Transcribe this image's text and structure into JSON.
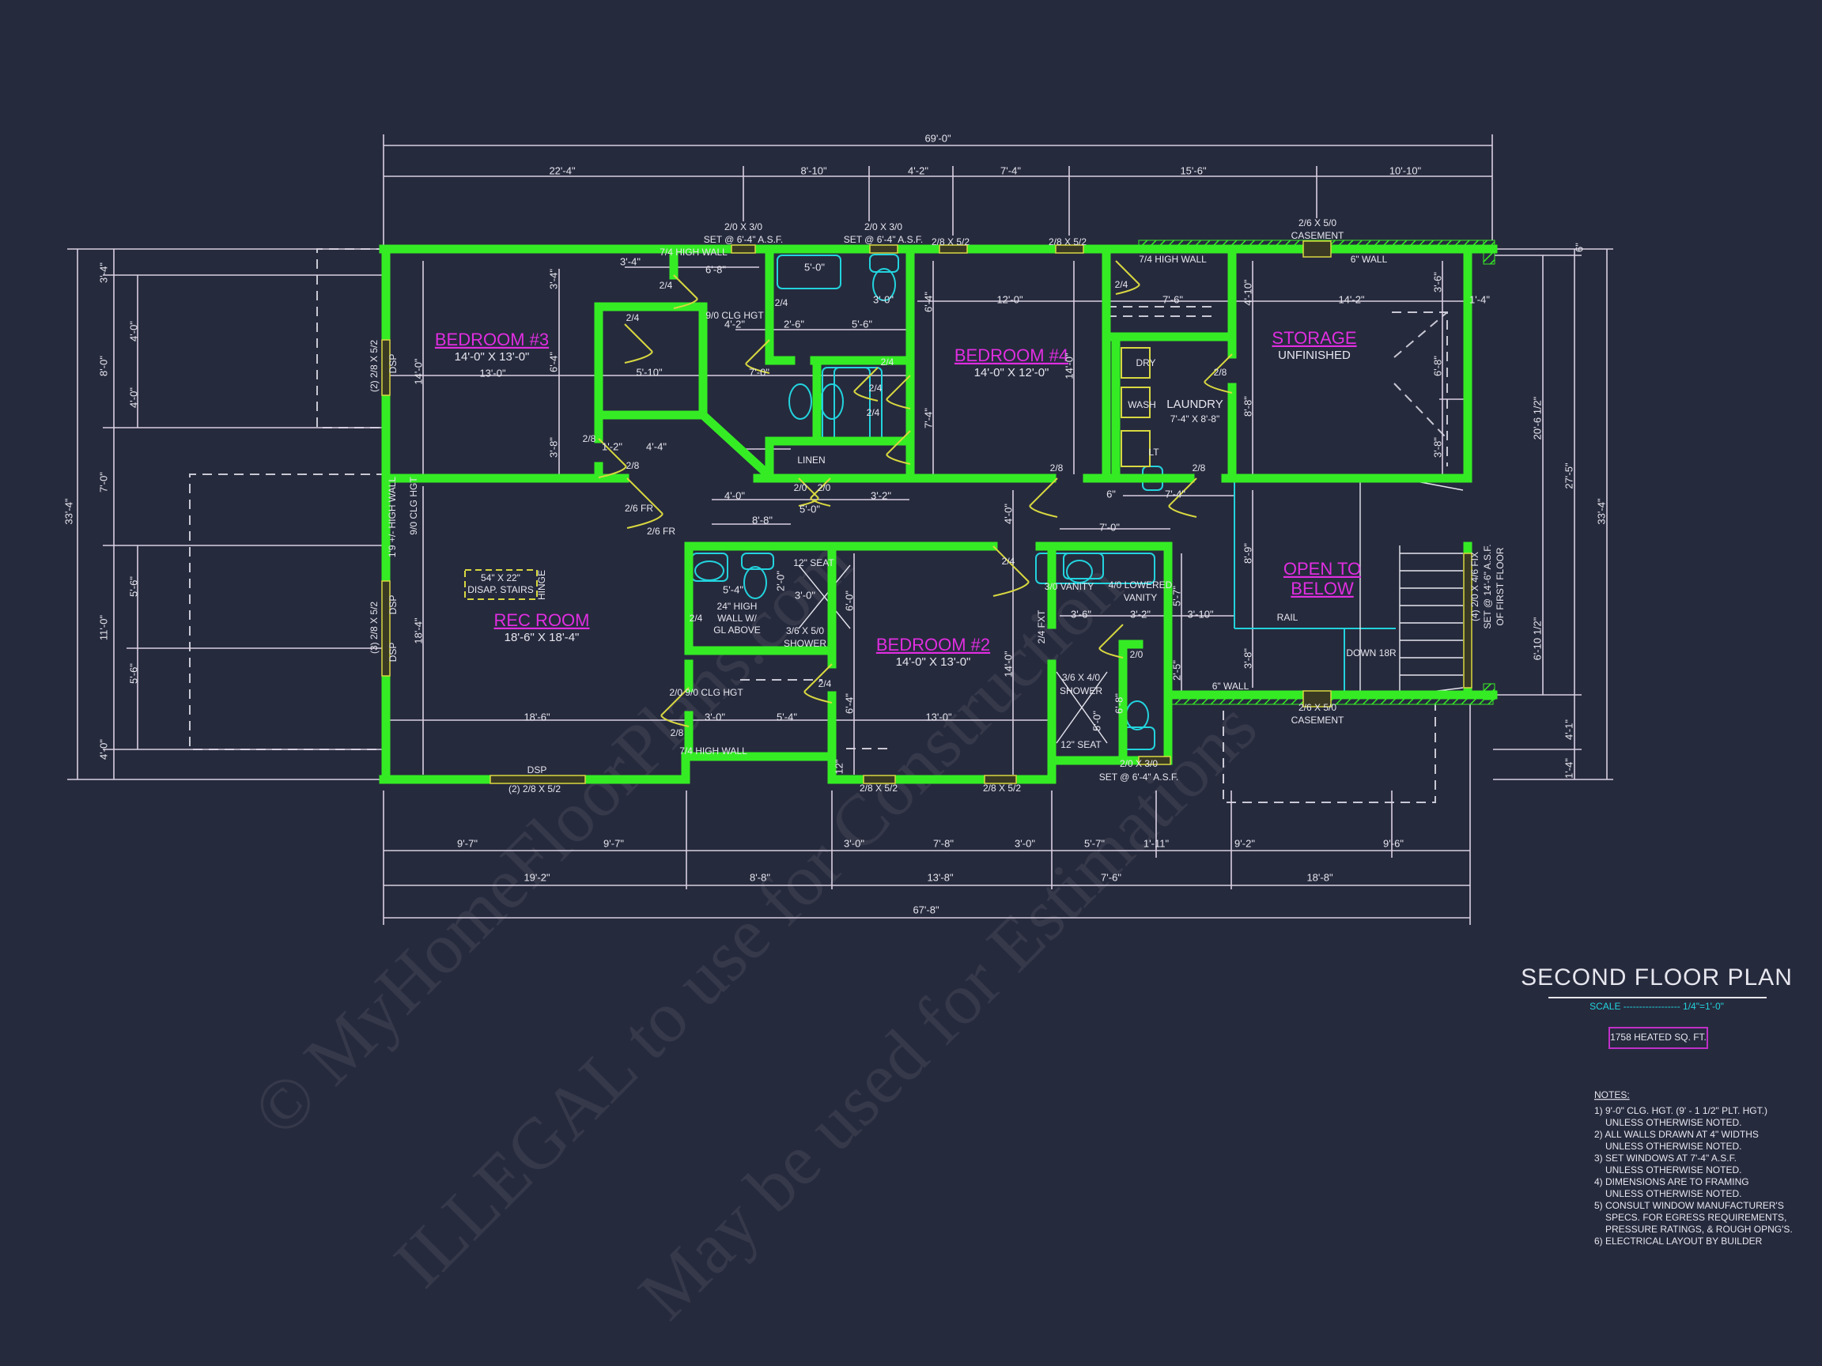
{
  "title_block": {
    "title": "SECOND FLOOR PLAN",
    "scale_label": "SCALE ------------------ 1/4\"=1'-0\"",
    "heated_area": "1758 HEATED SQ. FT."
  },
  "notes": {
    "heading": "NOTES:",
    "lines": [
      "1) 9'-0\"  CLG. HGT. (9' - 1 1/2\" PLT. HGT.)",
      "UNLESS OTHERWISE NOTED.",
      "2) ALL WALLS DRAWN AT 4\" WIDTHS",
      "UNLESS OTHERWISE NOTED.",
      "3) SET WINDOWS AT 7'-4\" A.S.F.",
      "UNLESS OTHERWISE NOTED.",
      "4) DIMENSIONS ARE TO FRAMING",
      "UNLESS OTHERWISE NOTED.",
      "5) CONSULT WINDOW MANUFACTURER'S",
      "SPECS. FOR EGRESS REQUIREMENTS,",
      "PRESSURE RATINGS, & ROUGH OPNG'S.",
      "6) ELECTRICAL LAYOUT BY BUILDER"
    ]
  },
  "rooms": [
    {
      "name": "BEDROOM #3",
      "size": "14'-0\" X 13'-0\""
    },
    {
      "name": "BEDROOM #4",
      "size": "14'-0\" X 12'-0\""
    },
    {
      "name": "STORAGE",
      "size": "UNFINISHED"
    },
    {
      "name": "REC ROOM",
      "size": "18'-6\" X 18'-4\""
    },
    {
      "name": "BEDROOM #2",
      "size": "14'-0\" X 13'-0\""
    },
    {
      "name": "OPEN TO",
      "size": "BELOW"
    }
  ],
  "laundry": {
    "name": "LAUNDRY",
    "size": "7'-4\" X 8'-8\""
  },
  "dimensions": {
    "top": [
      "69'-0\"",
      "22'-4\"",
      "8'-10\"",
      "4'-2\"",
      "7'-4\"",
      "15'-6\"",
      "10'-10\""
    ],
    "bottom": [
      "9'-7\"",
      "9'-7\"",
      "3'-0\"",
      "7'-8\"",
      "3'-0\"",
      "5'-7\"",
      "1'-11\"",
      "9'-2\"",
      "9'-6\"",
      "19'-2\"",
      "8'-8\"",
      "13'-8\"",
      "7'-6\"",
      "18'-8\"",
      "67'-8\""
    ],
    "left": [
      "33'-4\"",
      "3'-4\"",
      "8'-0\"",
      "7'-0\"",
      "11'-0\"",
      "4'-0\"",
      "4'-0\"",
      "4'-0\"",
      "5'-6\"",
      "5'-6\""
    ],
    "right": [
      "6\"",
      "20'-6 1/2\"",
      "6'-10 1/2\"",
      "27'-5\"",
      "33'-4\"",
      "4'-1\"",
      "1'-4\""
    ],
    "interior_h": [
      "3'-4\"",
      "6'-8\"",
      "5'-0\"",
      "3'-0\"",
      "12'-0\"",
      "7'-6\"",
      "14'-2\"",
      "1'-4\"",
      "4'-2\"",
      "2'-6\"",
      "5'-6\"",
      "13'-0\"",
      "5'-10\"",
      "7'-0\"",
      "1'-2\"",
      "4'-4\"",
      "4'-0\"",
      "5'-0\"",
      "3'-2\"",
      "8'-8\"",
      "7'-4\"",
      "6\"",
      "7'-0\"",
      "5'-4\"",
      "3'-0\"",
      "3'-6\"",
      "3'-2\"",
      "3'-10\"",
      "18'-6\"",
      "3'-0\"",
      "5'-4\"",
      "13'-0\""
    ],
    "interior_v": [
      "3'-4\"",
      "6'-4\"",
      "3'-8\"",
      "14'-0\"",
      "18'-4\"",
      "6'-4\"",
      "7'-4\"",
      "14'-0\"",
      "4'-10\"",
      "8'-8\"",
      "3'-6\"",
      "6'-8\"",
      "3'-8\"",
      "4'-0\"",
      "6'-0\"",
      "6'-4\"",
      "14'-0\"",
      "8'-9\"",
      "3'-8\"",
      "5'-7\"",
      "2'-5\"",
      "6'-8\"",
      "5'-0\"",
      "2'-0\"",
      "12\""
    ]
  },
  "windows": [
    "2/0 X 3/0",
    "SET @ 6'-4\" A.S.F.",
    "2/0 X 3/0",
    "SET @ 6'-4\" A.S.F.",
    "2/8 X 5/2",
    "2/8 X 5/2",
    "2/6 X 5/0",
    "CASEMENT",
    "2/6 X 5/0",
    "CASEMENT",
    "2/0 X 3/0",
    "SET @ 6'-4\" A.S.F.",
    "2/8 X 5/2",
    "2/8 X 5/2",
    "(2) 2/8 X 5/2",
    "DSP"
  ],
  "windows_v": [
    "(2) 2/8 X 5/2",
    "(3) 2/8 X 5/2",
    "DSP",
    "DSP",
    "DSP",
    "(4) 2/0 X 4/6 FIX",
    "SET @ 14'-6\" A.S.F.",
    "OF FIRST FLOOR",
    "1'9 +/- HIGH WALL",
    "9/0 CLG HGT",
    "2/4 FXT",
    "HINGE"
  ],
  "annotations": [
    "7/4 HIGH WALL",
    "7/4 HIGH WALL",
    "6\" WALL",
    "9/0 CLG HGT",
    "LINEN",
    "DRY",
    "WASH",
    "LT",
    "54\" X 22\"",
    "DISAP. STAIRS",
    "12\" SEAT",
    "24\" HIGH",
    "WALL W/",
    "GL ABOVE",
    "3/6 X 5/0",
    "SHOWER",
    "3/0 VANITY",
    "4/0 LOWERED",
    "VANITY",
    "3/6 X 4/0",
    "SHOWER",
    "12\" SEAT",
    "RAIL",
    "DOWN 18R",
    "6\" WALL",
    "2/0  9/0 CLG HGT",
    "7/4 HIGH WALL",
    "2/6 FR",
    "2/6 FR"
  ],
  "doors": [
    "2/4",
    "2/4",
    "2/4",
    "2/4",
    "2/8",
    "2/0",
    "2/0",
    "2/4",
    "2/4",
    "2/8",
    "2/8",
    "2/8",
    "2/4",
    "2/8",
    "2/4",
    "2/4",
    "2/4",
    "2/0",
    "2/8"
  ],
  "watermark": [
    "© MyHomeFloorPlans.com",
    "ILLEGAL to use for Construction",
    "May be used for Estimations"
  ],
  "colors": {
    "background": "#262a3d",
    "walls": "#35ec24",
    "room_labels": "#e02ee0",
    "fixtures": "#22d3dd",
    "doors_windows": "#d8d840",
    "dimension_text": "#e6e6ee"
  }
}
